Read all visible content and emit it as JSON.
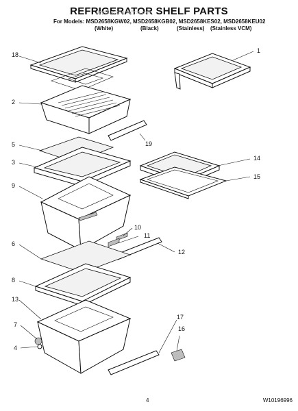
{
  "header": {
    "title": "REFRIGERATOR SHELF PARTS",
    "models_line": "For Models: MSD2658KGW02, MSD2658KGB02, MSD2658KES02, MSD2658KEU02",
    "colors": [
      "(White)",
      "(Black)",
      "(Stainless)",
      "(Stainless VCM)"
    ],
    "watermark": "AppliancePartsPros.com"
  },
  "footer": {
    "page_number": "4",
    "document_number": "W10196996"
  },
  "callouts": [
    "1",
    "2",
    "3",
    "4",
    "5",
    "6",
    "7",
    "8",
    "9",
    "10",
    "11",
    "12",
    "13",
    "14",
    "15",
    "16",
    "17",
    "18",
    "19"
  ]
}
